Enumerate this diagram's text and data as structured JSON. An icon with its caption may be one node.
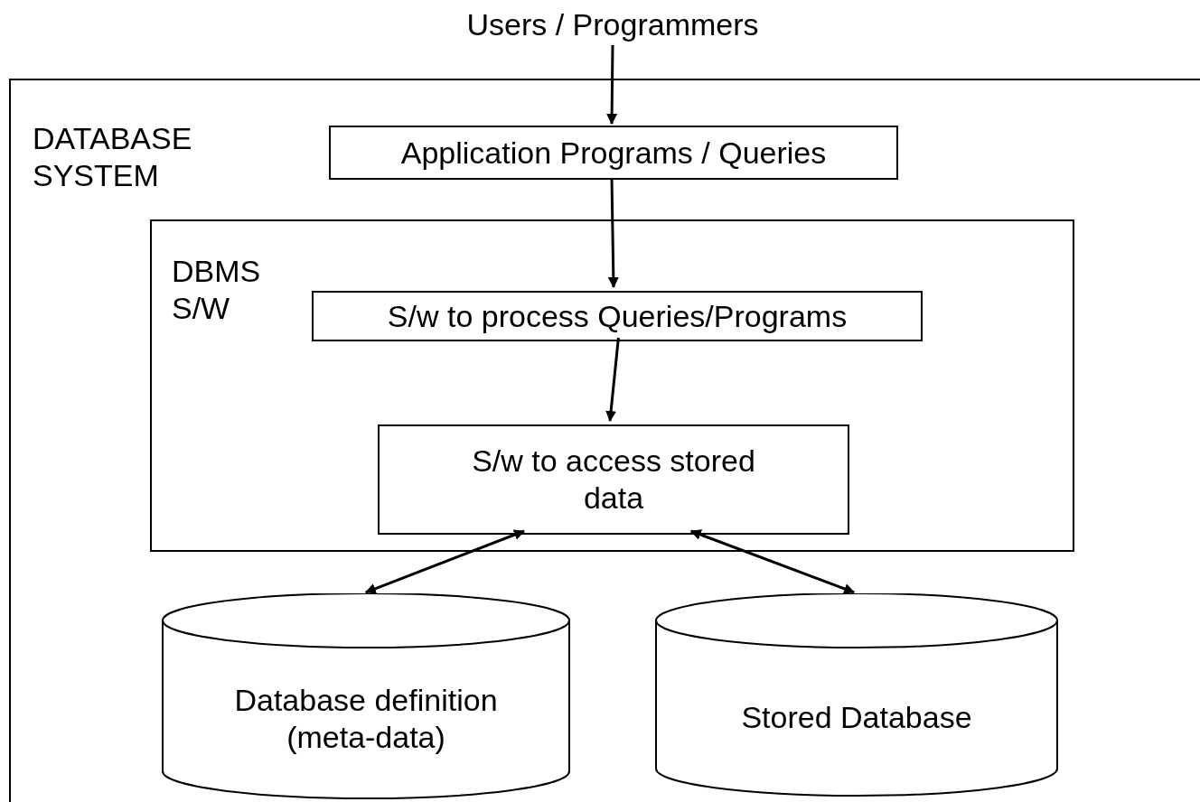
{
  "diagram": {
    "nodes": [
      {
        "text": [
          "Users / Programmers"
        ]
      },
      {
        "text": [
          "DATABASE SYSTEM"
        ]
      },
      {
        "text": [
          "Application Programs / Queries"
        ],
        "in": 1
      },
      {
        "text": [
          "DBMS S/W"
        ],
        "in": 1
      },
      {
        "text": [
          "S/w to process Queries/Programs"
        ],
        "in": 3
      },
      {
        "text": [
          "S/w to access stored data"
        ],
        "in": 3
      },
      {
        "text": [
          "Database definition (meta-data)"
        ],
        "in": 1
      },
      {
        "text": [
          "Stored Database"
        ],
        "in": 1
      }
    ],
    "edges": [
      {
        "from": 0,
        "to": 2,
        "arrow": "to"
      },
      {
        "from": 2,
        "to": 4,
        "arrow": "to"
      },
      {
        "from": 4,
        "to": 5,
        "arrow": "to"
      },
      {
        "from": 5,
        "to": 6,
        "arrow": "both"
      },
      {
        "from": 5,
        "to": 7,
        "arrow": "both"
      }
    ]
  }
}
